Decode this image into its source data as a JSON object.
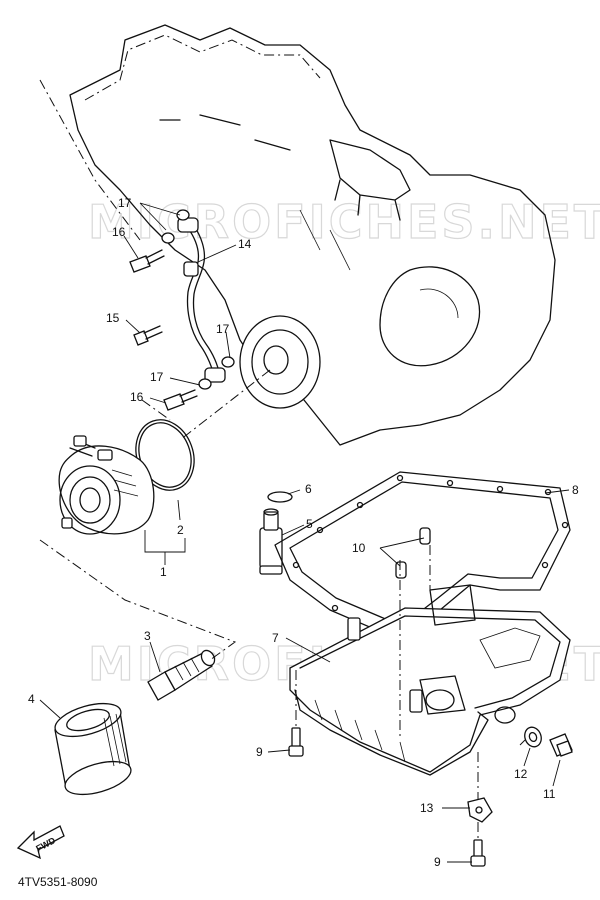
{
  "watermark": "MICROFICHES.NET",
  "drawing_code": "4TV5351-8090",
  "fwd_label": "FWD",
  "callouts": [
    {
      "id": "1",
      "label": "1"
    },
    {
      "id": "2",
      "label": "2"
    },
    {
      "id": "3",
      "label": "3"
    },
    {
      "id": "4",
      "label": "4"
    },
    {
      "id": "5",
      "label": "5"
    },
    {
      "id": "6",
      "label": "6"
    },
    {
      "id": "7",
      "label": "7"
    },
    {
      "id": "8",
      "label": "8"
    },
    {
      "id": "9a",
      "label": "9"
    },
    {
      "id": "9b",
      "label": "9"
    },
    {
      "id": "10",
      "label": "10"
    },
    {
      "id": "11",
      "label": "11"
    },
    {
      "id": "12",
      "label": "12"
    },
    {
      "id": "13",
      "label": "13"
    },
    {
      "id": "14",
      "label": "14"
    },
    {
      "id": "15",
      "label": "15"
    },
    {
      "id": "16a",
      "label": "16"
    },
    {
      "id": "16b",
      "label": "16"
    },
    {
      "id": "17a",
      "label": "17"
    },
    {
      "id": "17b",
      "label": "17"
    },
    {
      "id": "17c",
      "label": "17"
    }
  ]
}
